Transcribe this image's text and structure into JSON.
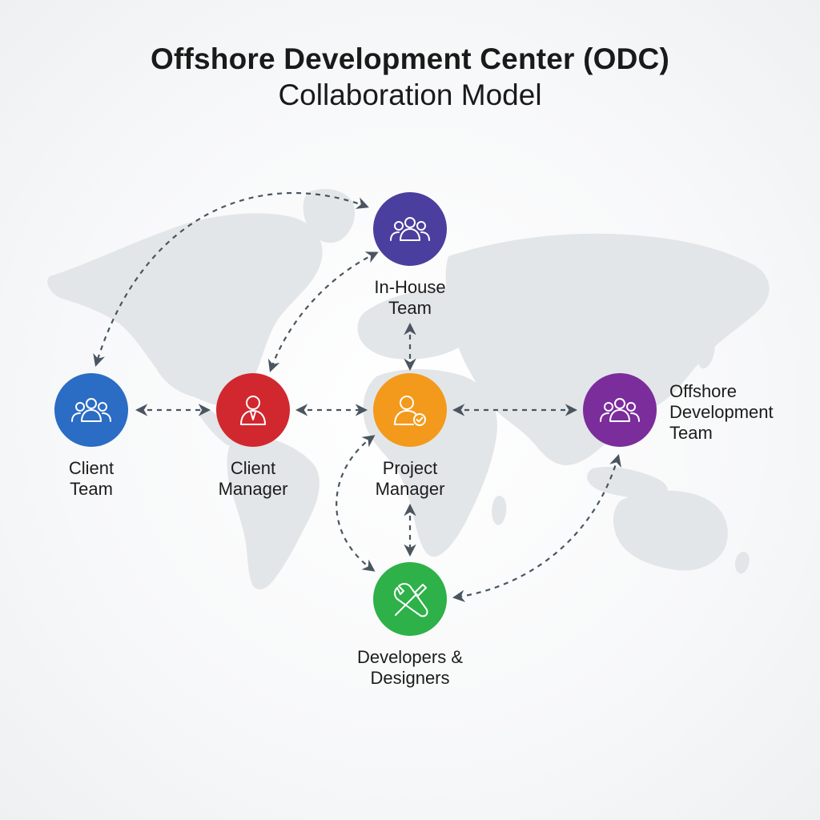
{
  "title": {
    "line1": "Offshore Development Center (ODC)",
    "line2": "Collaboration Model"
  },
  "colors": {
    "in_house": "#4a3f9e",
    "client_team": "#2b6cc4",
    "client_manager": "#d1282f",
    "project_manager": "#f39a1c",
    "offshore": "#7b2d9c",
    "developers": "#2db148",
    "connector": "#4a5560",
    "map": "#e3e6e8"
  },
  "nodes": {
    "in_house": {
      "icon": "team-icon",
      "lines": [
        "In-House",
        "Team"
      ]
    },
    "client_team": {
      "icon": "team-icon",
      "lines": [
        "Client",
        "Team"
      ]
    },
    "client_manager": {
      "icon": "manager-icon",
      "lines": [
        "Client",
        "Manager"
      ]
    },
    "project_manager": {
      "icon": "manager-check-icon",
      "lines": [
        "Project",
        "Manager"
      ]
    },
    "offshore": {
      "icon": "team-icon",
      "lines": [
        "Offshore",
        "Development",
        "Team"
      ]
    },
    "developers": {
      "icon": "tools-icon",
      "lines": [
        "Developers &",
        "Designers"
      ]
    }
  }
}
